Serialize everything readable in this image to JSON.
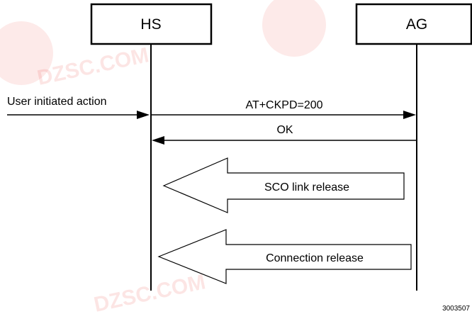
{
  "entities": {
    "hs": "HS",
    "ag": "AG"
  },
  "messages": {
    "user_action": "User initiated action",
    "ckpd": "AT+CKPD=200",
    "ok": "OK",
    "sco_release": "SCO link release",
    "conn_release": "Connection release"
  },
  "figure_id": "3003507",
  "watermark": {
    "text": "DZSC.COM",
    "color": "#e8302a"
  },
  "colors": {
    "line": "#000000",
    "background": "#ffffff"
  }
}
